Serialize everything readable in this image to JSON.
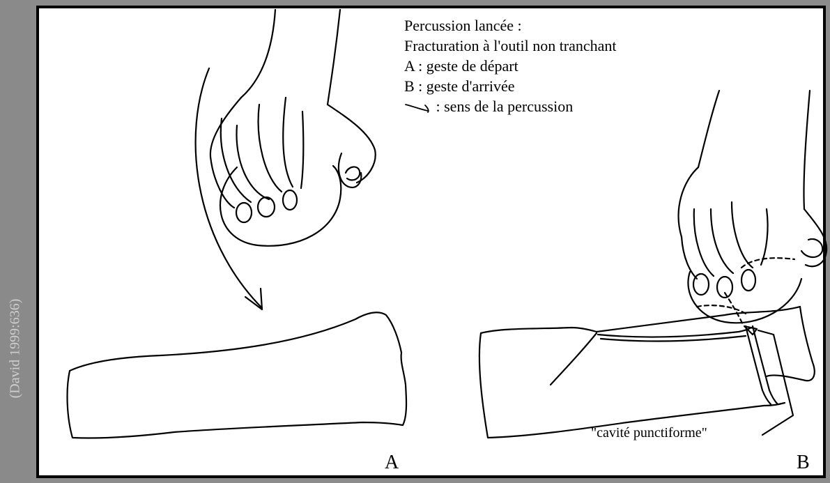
{
  "side_caption": "(David 1999:636)",
  "legend": {
    "line1": "Percussion lancée :",
    "line2": "Fracturation à l'outil non tranchant",
    "line3": "A : geste de départ",
    "line4": "B : geste d'arrivée",
    "line5": " : sens de la percussion"
  },
  "labels": {
    "a": "A",
    "b": "B",
    "cavity": "\"cavité punctiforme\""
  },
  "colors": {
    "background": "#8c8c8c",
    "panel": "#ffffff",
    "ink": "#000000",
    "caption": "#cfcfcf"
  }
}
